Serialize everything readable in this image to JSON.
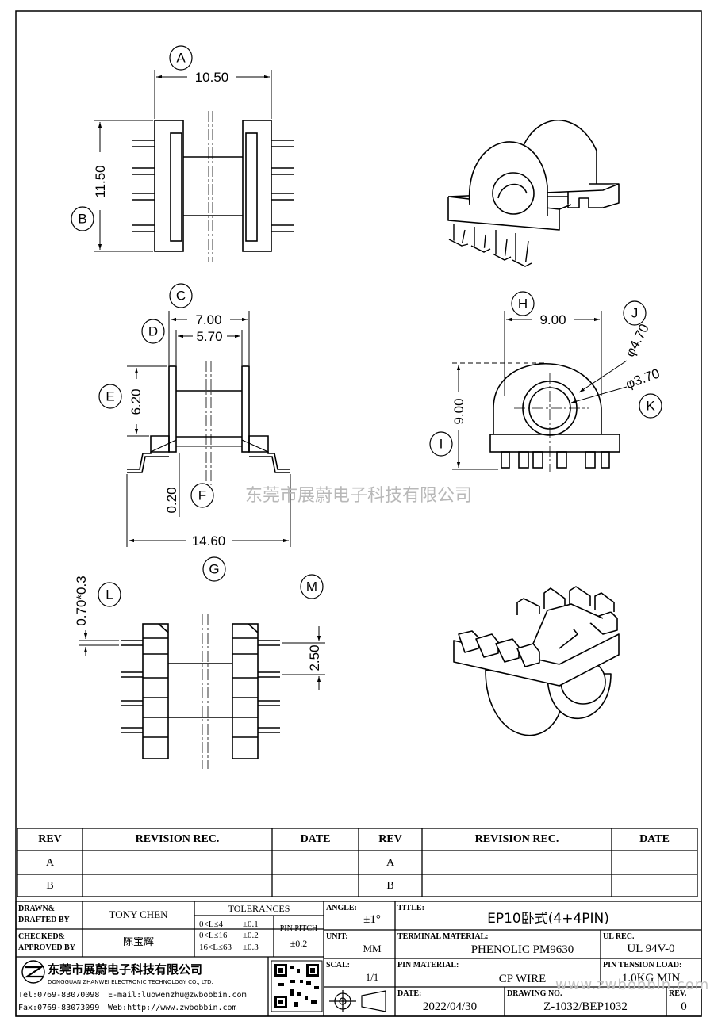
{
  "views": {
    "callouts": {
      "A": "A",
      "B": "B",
      "C": "C",
      "D": "D",
      "E": "E",
      "F": "F",
      "G": "G",
      "H": "H",
      "I": "I",
      "J": "J",
      "K": "K",
      "L": "L",
      "M": "M"
    },
    "dims": {
      "A": "10.50",
      "B": "11.50",
      "C": "7.00",
      "D": "5.70",
      "E": "6.20",
      "F": "0.20",
      "G": "14.60",
      "H": "9.00",
      "I": "9.00",
      "J": "φ4.70",
      "K": "φ3.70",
      "L": "0.70*0.3",
      "M": "2.50"
    },
    "watermark": "东莞市展蔚电子科技有限公司"
  },
  "revision_table": {
    "headers": [
      "REV",
      "REVISION REC.",
      "DATE",
      "REV",
      "REVISION REC.",
      "DATE"
    ],
    "rows": [
      [
        "A",
        "",
        "",
        "A",
        "",
        ""
      ],
      [
        "B",
        "",
        "",
        "B",
        "",
        ""
      ]
    ]
  },
  "title_block": {
    "drawn_label": "DRAWN&",
    "drafted_label": "DRAFTED BY",
    "drawn_by": "TONY CHEN",
    "checked_label": "CHECKED&",
    "approved_label": "APPROVED BY",
    "approved_by": "陈宝辉",
    "tolerances_label": "TOLERANCES",
    "tolerance_rows": [
      {
        "range": "0<L≤4",
        "value": "±0.1"
      },
      {
        "range": "0<L≤16",
        "value": "±0.2"
      },
      {
        "range": "16<L≤63",
        "value": "±0.3"
      }
    ],
    "pin_pitch_label": "PIN PITCH",
    "pin_pitch": "±0.2",
    "angle_label": "ANGLE:",
    "angle": "±1°",
    "unit_label": "UNIT:",
    "unit": "MM",
    "scale_label": "SCAL:",
    "scale": "1/1",
    "title_label": "TITLE:",
    "title": "EP10卧式(4+4PIN)",
    "terminal_label": "TERMINAL MATERIAL:",
    "terminal": "PHENOLIC PM9630",
    "ul_label": "UL REC.",
    "ul": "UL 94V-0",
    "pin_material_label": "PIN MATERIAL:",
    "pin_material": "CP WIRE",
    "tension_label": "PIN TENSION LOAD:",
    "tension": "1.0KG MIN",
    "date_label": "DATE:",
    "date": "2022/04/30",
    "drawing_no_label": "DRAWING NO.",
    "drawing_no": "Z-1032/BEP1032",
    "rev_label": "REV.",
    "rev": "0",
    "company_cn": "东莞市展蔚电子科技有限公司",
    "company_en": "DONGGUAN ZHANWEI ELECTRONIC TECHNOLOGY CO., LTD.",
    "tel": "Tel:0769-83070098",
    "email": "E-mail:luowenzhu@zwbobbin.com",
    "fax": "Fax:0769-83073099",
    "web": "Web:http://www.zwbobbin.com",
    "url_watermark": "www.zwbobbin.com"
  }
}
